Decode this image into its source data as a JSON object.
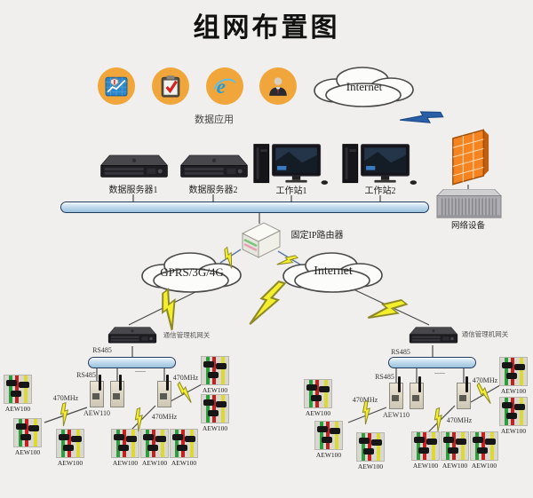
{
  "title": "组网布置图",
  "colors": {
    "background": "#f0efed",
    "app_circle": "#f0a63a",
    "bus_fill": "#c3dcee",
    "lightning_yellow": "#f4ef2d",
    "lightning_blue": "#2a5fa8",
    "firewall_orange": "#f5831f"
  },
  "apps": {
    "caption": "数据应用",
    "icons": [
      "finance-chart-app-icon",
      "report-check-app-icon",
      "ie-browser-app-icon",
      "businessman-app-icon"
    ]
  },
  "top": {
    "internet_cloud": "Internet",
    "devices": [
      {
        "label": "数据服务器1"
      },
      {
        "label": "数据服务器2"
      },
      {
        "label": "工作站1"
      },
      {
        "label": "工作站2"
      }
    ],
    "router_label": "固定IP路由器",
    "network_device_label": "网络设备"
  },
  "wan": {
    "gprs_cloud": "GPRS/3G/4G",
    "internet_cloud": "Internet"
  },
  "clusters": {
    "left": {
      "gateway_label": "通信管理机网关",
      "rs485_top": "RS485",
      "rs485_drop": "RS485",
      "dots": "......",
      "module_label": "AEW110",
      "freq_right": "470MHz",
      "freq_mid": "470MHz",
      "freq_left": "470MHz",
      "meters": [
        "AEW100",
        "AEW100",
        "AEW100",
        "AEW100",
        "AEW100",
        "AEW100",
        "AEW100",
        "AEW100"
      ]
    },
    "right": {
      "gateway_label": "通信管理机网关",
      "rs485_top": "RS485",
      "rs485_drop": "RS485",
      "dots": "......",
      "module_label": "AEW110",
      "freq_right": "470MHz",
      "freq_mid": "470MHz",
      "freq_left": "470MHz",
      "meters": [
        "AEW100",
        "AEW100",
        "AEW100",
        "AEW100",
        "AEW100",
        "AEW100",
        "AEW100",
        "AEW100"
      ]
    }
  }
}
